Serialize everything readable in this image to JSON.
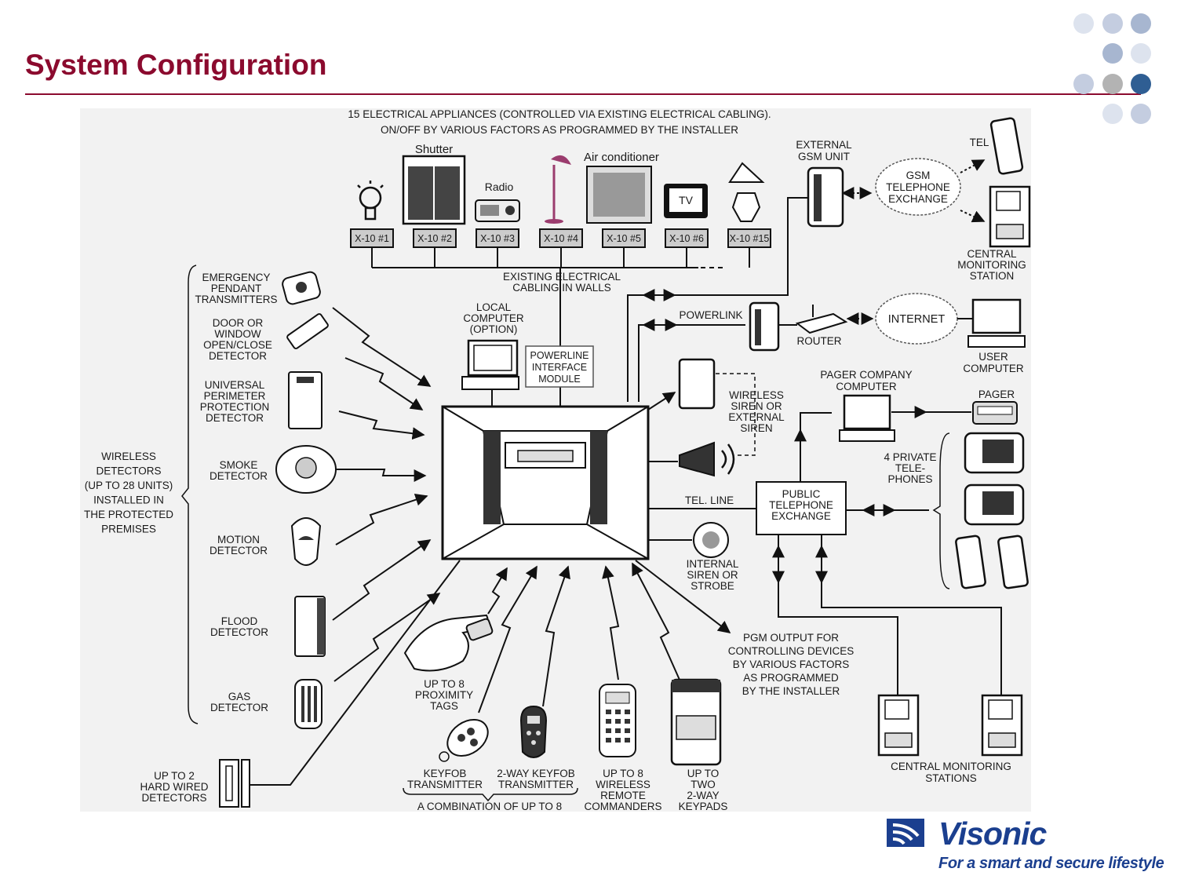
{
  "slide": {
    "title": "System Configuration"
  },
  "colors": {
    "title": "#8b0a2e",
    "logo": "#1b3f8f",
    "dots": [
      "#dde3ee",
      "#c4cde0",
      "#a7b6d0",
      "#a7b6d0",
      "#dde3ee",
      "#c4cde0",
      "#b3b3b3",
      "#2f5e93",
      "#dde3ee",
      "#c4cde0"
    ]
  },
  "logo": {
    "name": "Visonic",
    "tagline": "For a smart and secure lifestyle",
    "icon": "wifi-signal-logo-icon"
  },
  "top": {
    "header": [
      "15 ELECTRICAL APPLIANCES (CONTROLLED VIA EXISTING ELECTRICAL CABLING).",
      "ON/OFF BY VARIOUS FACTORS AS PROGRAMMED BY THE INSTALLER"
    ],
    "appliances": {
      "shutter": "Shutter",
      "radio": "Radio",
      "air_conditioner": "Air conditioner",
      "tv": "TV"
    },
    "x10": [
      "X-10 #1",
      "X-10 #2",
      "X-10 #3",
      "X-10 #4",
      "X-10 #5",
      "X-10 #6",
      "X-10 #15"
    ],
    "cabling": [
      "EXISTING ELECTRICAL",
      "CABLING IN WALLS"
    ]
  },
  "gsm": {
    "unit": [
      "EXTERNAL",
      "GSM UNIT"
    ],
    "exchange": [
      "GSM",
      "TELEPHONE",
      "EXCHANGE"
    ],
    "tel": "TEL",
    "central": [
      "CENTRAL",
      "MONITORING",
      "STATION"
    ]
  },
  "network": {
    "powerlink": "POWERLINK",
    "router": "ROUTER",
    "internet": "INTERNET",
    "user_computer": [
      "USER",
      "COMPUTER"
    ]
  },
  "panel": {
    "local_computer": [
      "LOCAL",
      "COMPUTER",
      "(OPTION)"
    ],
    "powerline": [
      "POWERLINE",
      "INTERFACE",
      "MODULE"
    ]
  },
  "right": {
    "wireless_siren": [
      "WIRELESS",
      "SIREN OR",
      "EXTERNAL",
      "SIREN"
    ],
    "pager_company": [
      "PAGER COMPANY",
      "COMPUTER"
    ],
    "pager": "PAGER",
    "private_phones": [
      "4 PRIVATE",
      "TELE-",
      "PHONES"
    ],
    "tel_line": "TEL. LINE",
    "pstn": [
      "PUBLIC",
      "TELEPHONE",
      "EXCHANGE"
    ],
    "internal_siren": [
      "INTERNAL",
      "SIREN OR",
      "STROBE"
    ],
    "pgm": [
      "PGM OUTPUT FOR",
      "CONTROLLING DEVICES",
      "BY VARIOUS FACTORS",
      "AS PROGRAMMED",
      "BY THE INSTALLER"
    ],
    "central_stations": [
      "CENTRAL MONITORING",
      "STATIONS"
    ]
  },
  "left": {
    "group": [
      "WIRELESS",
      "DETECTORS",
      "(UP TO 28 UNITS)",
      "INSTALLED  IN",
      "THE PROTECTED",
      "PREMISES"
    ],
    "emergency": [
      "EMERGENCY",
      "PENDANT",
      "TRANSMITTERS"
    ],
    "door": [
      "DOOR OR",
      "WINDOW",
      "OPEN/CLOSE",
      "DETECTOR"
    ],
    "perimeter": [
      "UNIVERSAL",
      "PERIMETER",
      "PROTECTION",
      "DETECTOR"
    ],
    "smoke": [
      "SMOKE",
      "DETECTOR"
    ],
    "motion": [
      "MOTION",
      "DETECTOR"
    ],
    "flood": [
      "FLOOD",
      "DETECTOR"
    ],
    "gas": [
      "GAS",
      "DETECTOR"
    ],
    "hardwired": [
      "UP TO 2",
      "HARD WIRED",
      "DETECTORS"
    ]
  },
  "bottom": {
    "proximity": [
      "UP TO 8",
      "PROXIMITY",
      "TAGS"
    ],
    "keyfob": [
      "KEYFOB",
      "TRANSMITTER"
    ],
    "keyfob2": [
      "2-WAY KEYFOB",
      "TRANSMITTER"
    ],
    "combination": "A COMBINATION OF UP TO 8",
    "remote": [
      "UP TO 8",
      "WIRELESS",
      "REMOTE",
      "COMMANDERS"
    ],
    "keypads": [
      "UP TO",
      "TWO",
      "2-WAY",
      "KEYPADS"
    ]
  }
}
